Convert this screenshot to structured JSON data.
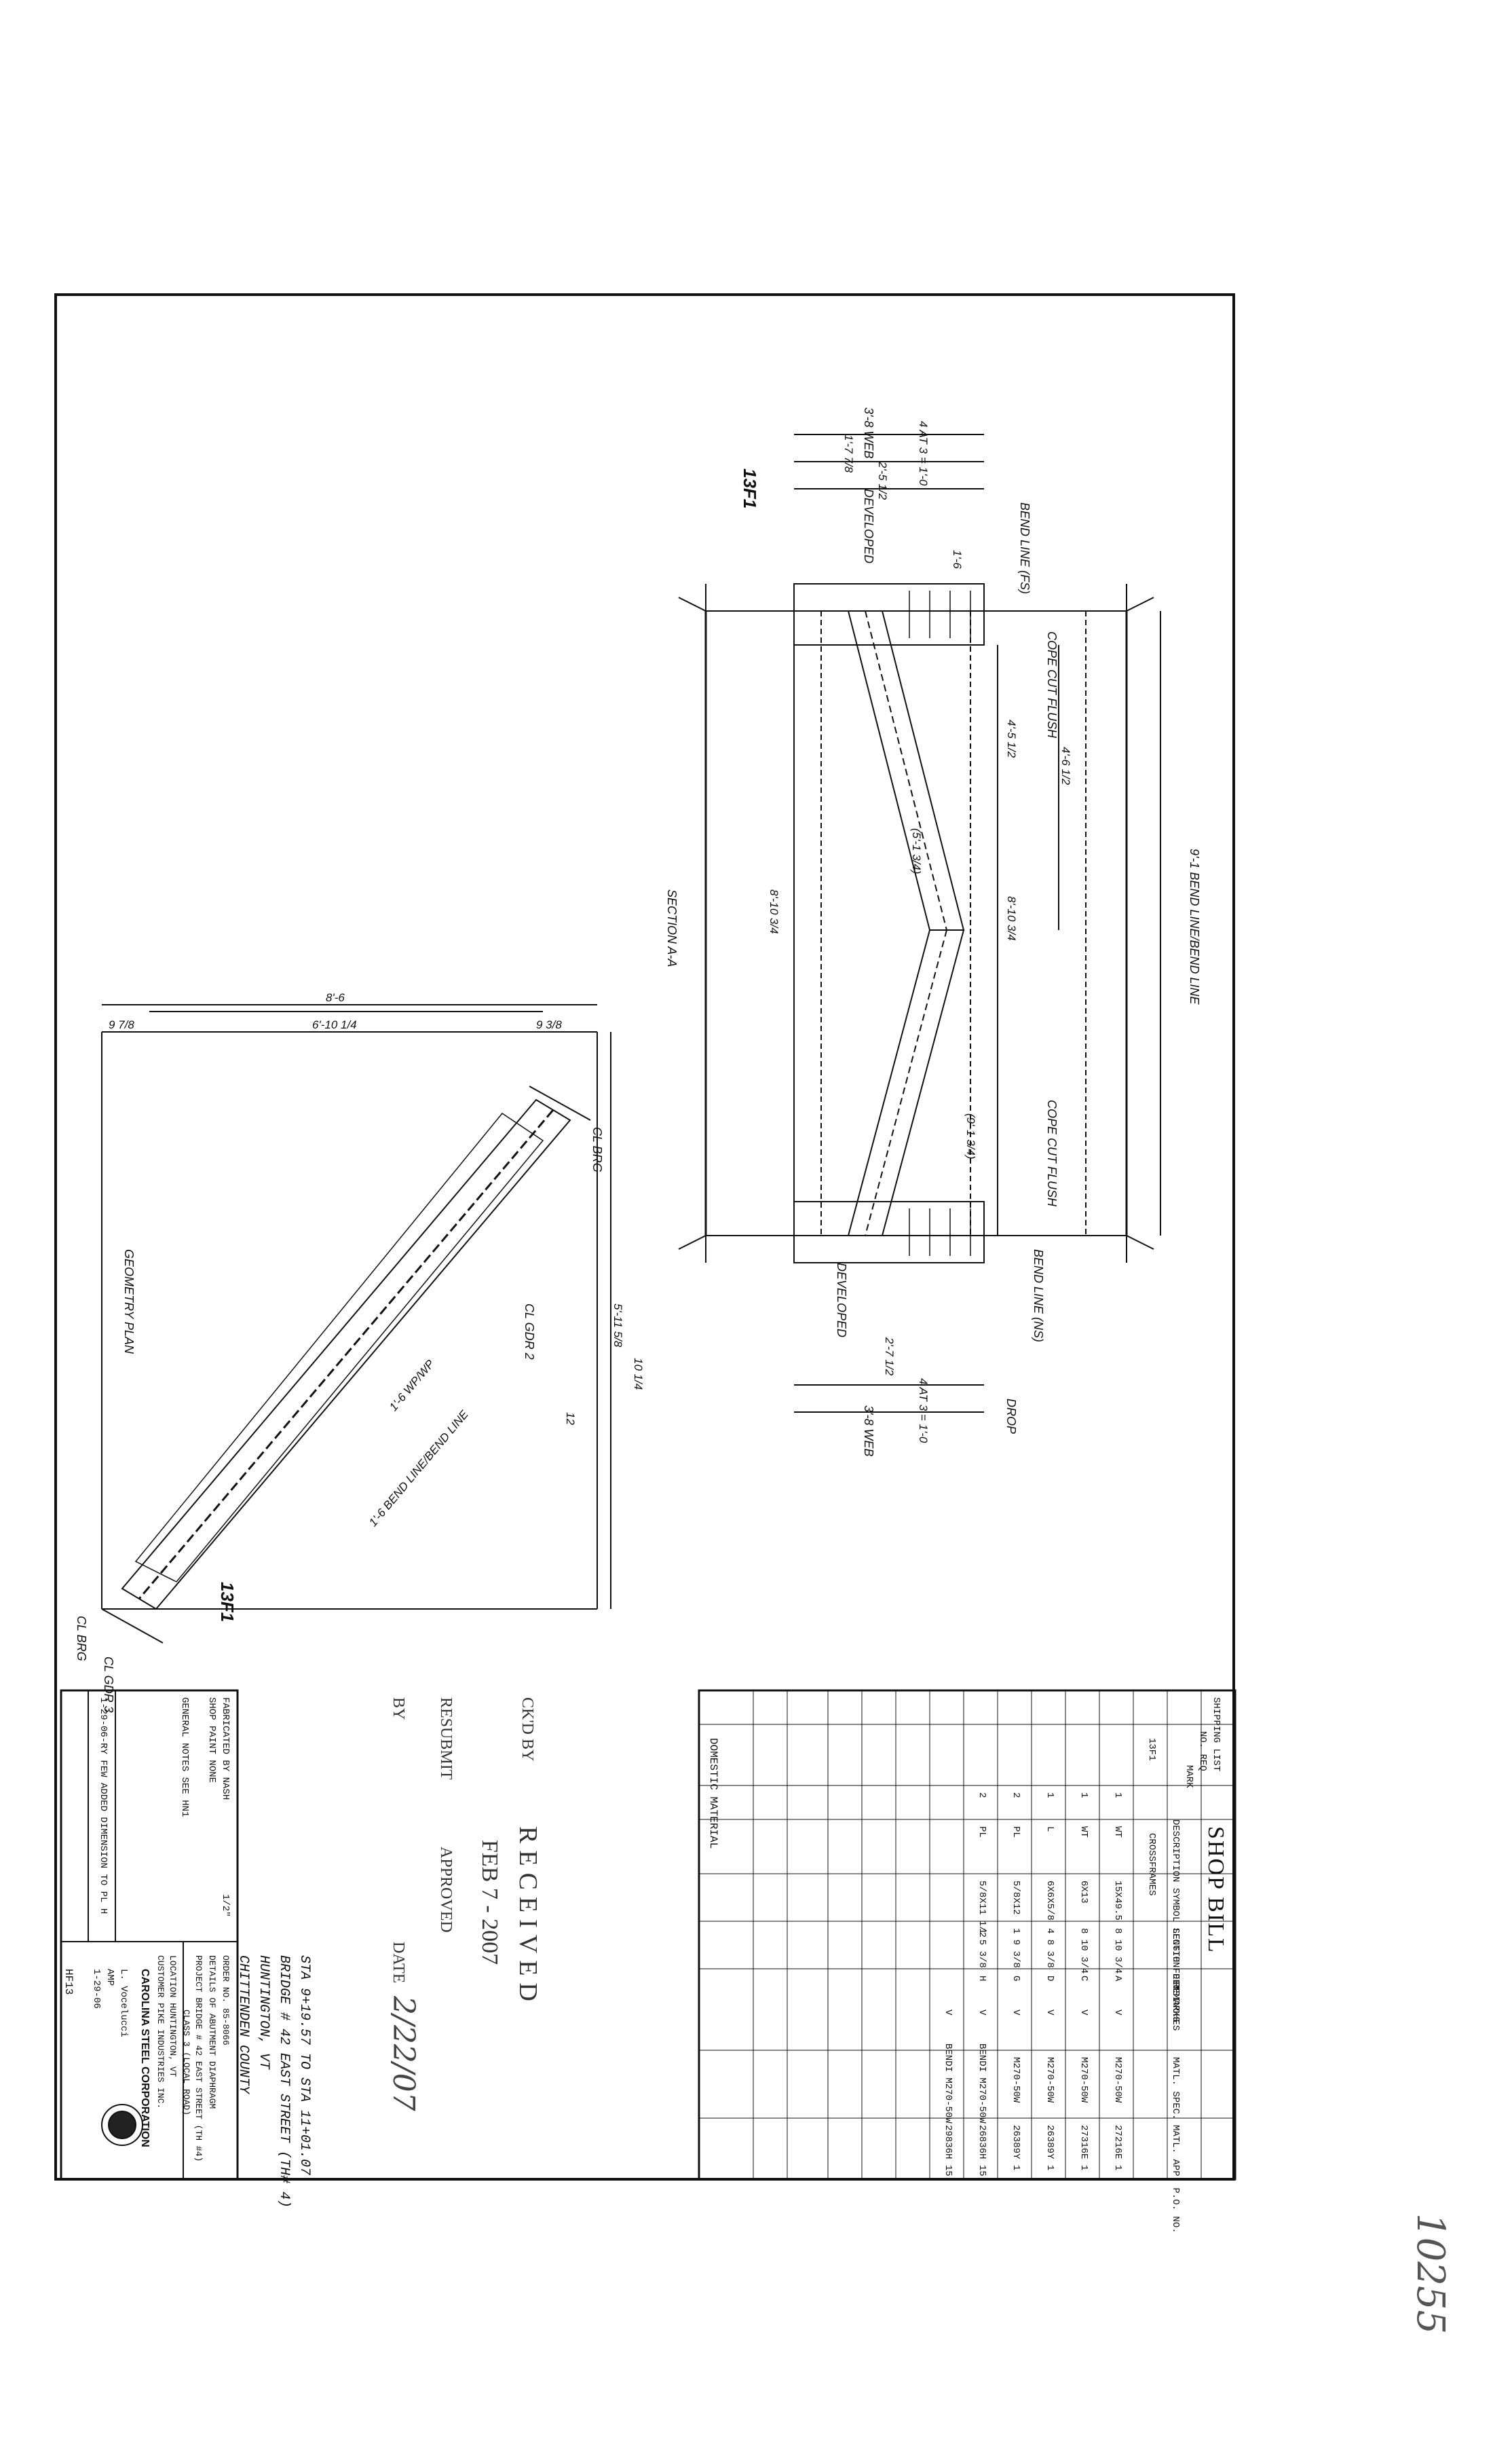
{
  "side_note": "10255",
  "shop_bill": {
    "title": "SHOP BILL",
    "header": [
      "SHIPPING LIST",
      "NO. REQ",
      "MARK",
      "PIECE",
      "DESCRIPTION SYMBOL SECTION DIMS",
      "LENGTH FEET INCHES",
      "REQUIRED DIMS",
      "REMARKS",
      "MATL. SPEC.",
      "MATL. APP. P.O. NO."
    ],
    "rows": [
      {
        "no": "1",
        "mark": "13F1",
        "pc": "",
        "sym": "",
        "desc": "CROSSFRAMES",
        "len": "",
        "rd": "",
        "rem": "",
        "spec": "",
        "po": ""
      },
      {
        "no": "1",
        "mark": "",
        "pc": "1",
        "sym": "WT",
        "desc": "15X49.5",
        "len": "8  10 3/4",
        "rd": "A",
        "rem": "V",
        "spec": "M270-50W",
        "po": "27216E 1"
      },
      {
        "no": "",
        "mark": "",
        "pc": "1",
        "sym": "WT",
        "desc": "6X13",
        "len": "8  10 3/4",
        "rd": "C",
        "rem": "V",
        "spec": "M270-50W",
        "po": "27316E 1"
      },
      {
        "no": "",
        "mark": "",
        "pc": "1",
        "sym": "L",
        "desc": "6X6X5/8",
        "len": "4  8 3/8",
        "rd": "D",
        "rem": "V",
        "spec": "M270-50W",
        "po": "26389Y 1"
      },
      {
        "no": "",
        "mark": "",
        "pc": "2",
        "sym": "PL",
        "desc": "5/8X12",
        "len": "1  9 3/8",
        "rd": "G",
        "rem": "V",
        "spec": "M270-50W",
        "po": "26389Y 1"
      },
      {
        "no": "",
        "mark": "",
        "pc": "2",
        "sym": "PL",
        "desc": "5/8X11 1/2",
        "len": "1  5 3/8",
        "rd": "H",
        "rem": "V",
        "spec": "BENDI M270-50W",
        "po": "26836H 15"
      },
      {
        "no": "",
        "mark": "",
        "pc": "",
        "sym": "",
        "desc": "",
        "len": "",
        "rd": "",
        "rem": "V",
        "spec": "BENDI M270-50W",
        "po": "29836H 15"
      }
    ],
    "footer": "DOMESTIC MATERIAL"
  },
  "drawing": {
    "geometry_plan": "GEOMETRY PLAN",
    "section_aa": "SECTION A-A",
    "mark_label": "13F1",
    "cl_gdr_2": "CL GDR 2",
    "cl_gdr_3": "CL GDR 3",
    "cl_brg": "CL BRG",
    "web_top": "3'-8 WEB",
    "web_bot": "3'-8 WEB",
    "bend_line_fs": "BEND LINE (FS)",
    "bend_line_ns": "BEND LINE (NS)",
    "cope_cut_flush": "COPE CUT FLUSH",
    "developed": "DEVELOPED",
    "drop": "DROP",
    "bend_total": "9'-1  BEND LINE/BEND LINE",
    "wp": "1'-6  WP/WP",
    "bend2": "1'-6  BEND LINE/BEND LINE",
    "dim_8_6": "8'-6",
    "dim_6_10": "6'-10 1/4",
    "dim_9a": "9 7/8",
    "dim_9b": "9 3/8",
    "dim_5_11": "5'-11 5/8",
    "dim_8_10a": "8'-10 3/4",
    "dim_8_10b": "8'-10 3/4",
    "dim_4_6": "4'-6 1/2",
    "dim_4_5": "4'-5 1/2",
    "dim_4at3": "4 AT 3 = 1'-0",
    "dim_2_5": "2'-5 1/2",
    "dim_2_7": "2'-7 1/2",
    "dim_1_7": "1'-7 7/8",
    "dim_1_6": "1'-6",
    "dim_15_1": "(5'-1 3/4)",
    "dim_91": "(9'-1 3/4)",
    "dim_10": "10 1/4",
    "dim_12": "12"
  },
  "title_block": {
    "fabricated_by": "FABRICATED BY  NASH",
    "shop_paint": "SHOP PAINT  NONE",
    "general_notes": "GENERAL NOTES  SEE HN1",
    "revision": "1-29-06-RY  FEW ADDED DIMENSION TO PL H",
    "location": "STA 9+19.57 TO STA 11+01.07",
    "bridge": "BRIDGE # 42 EAST STREET (TH# 4)",
    "town": "HUNTINGTON, VT",
    "county": "CHITTENDEN COUNTY",
    "order": "ORDER NO.  85-8066",
    "details": "DETAILS OF  ABUTMENT DIAPHRAGM",
    "project": "PROJECT  BRIDGE # 42 EAST STREET (TH #4)",
    "project2": "CLASS 3 (LOCAL ROAD)",
    "locn": "LOCATION  HUNTINGTON, VT",
    "customer": "CUSTOMER  PIKE INDUSTRIES INC.",
    "company": "CAROLINA STEEL CORPORATION",
    "drawn": "L. Vocelucci",
    "checked": "AMP",
    "date": "1-29-06",
    "sheet": "HF13",
    "scale": "1/2\""
  },
  "stamps": {
    "received": "RECEIVED",
    "ckd_by": "CK'D BY",
    "date_stamp": "FEB 7 - 2007",
    "resubmit": "RESUBMIT",
    "approved": "APPROVED",
    "by": "BY",
    "date": "DATE",
    "signed_date": "2/22/07"
  }
}
